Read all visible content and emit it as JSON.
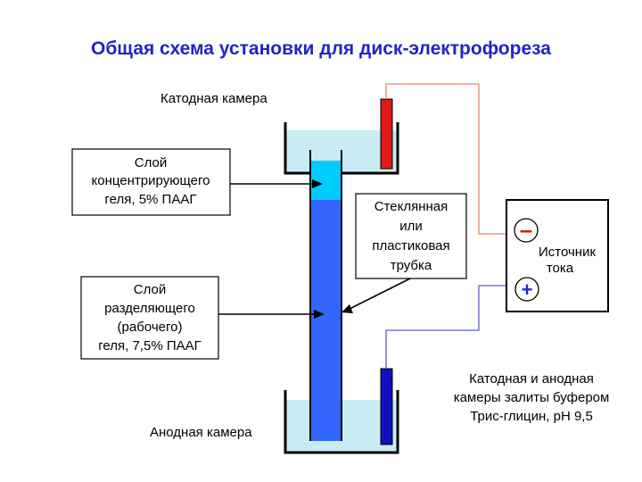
{
  "title": "Общая схема установки для диск-электрофореза",
  "labels": {
    "cathode_chamber": "Катодная камера",
    "anode_chamber": "Анодная камера",
    "stacking_gel": [
      "Слой",
      "концентрирующего",
      "геля, 5% ПААГ"
    ],
    "resolving_gel": [
      "Слой",
      "разделяющего",
      "(рабочего)",
      "геля, 7,5% ПААГ"
    ],
    "tube": [
      "Стеклянная",
      "или",
      "пластиковая",
      "трубка"
    ],
    "power_source": [
      "Источник",
      "тока"
    ],
    "minus_sign": "–",
    "plus_sign": "+",
    "buffer_note": [
      "Катодная и анодная",
      "камеры залиты буфером",
      "Трис-глицин,  pH 9,5"
    ]
  },
  "colors": {
    "title": "#2323c8",
    "stacking_gel": "#00ccff",
    "resolving_gel": "#3366ff",
    "buffer": "#c9ecf4",
    "cathode_electrode": "#e01818",
    "anode_electrode": "#1010c0",
    "wire_cathode": "#e08868",
    "wire_anode": "#5a60c8",
    "minus": "#e01818",
    "plus": "#1f2ccc"
  }
}
